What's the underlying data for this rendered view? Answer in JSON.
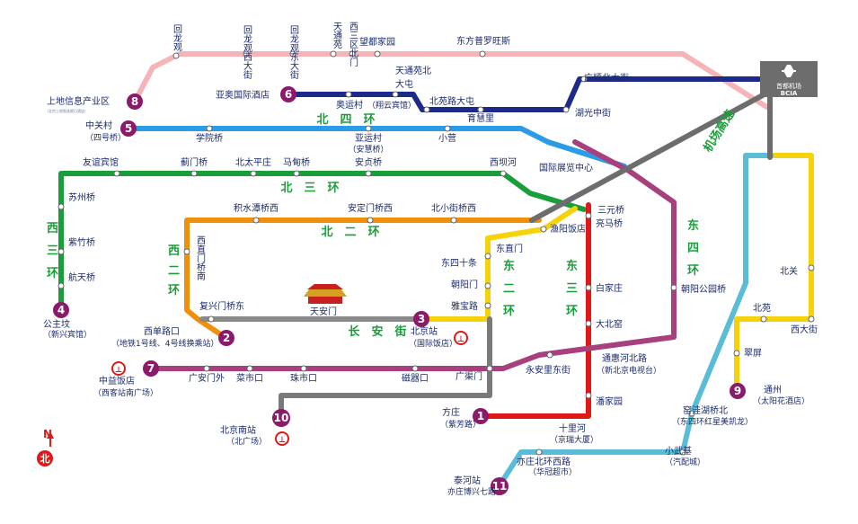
{
  "compass": {
    "letter": "N",
    "glyph": "北"
  },
  "airport": {
    "name": "首都机场",
    "code": "BCIA",
    "express_label": "机场高速"
  },
  "roads": {
    "north_4th": "北　四　环",
    "north_3rd": "北　三　环",
    "north_2nd": "北　二　环",
    "west_3rd": "西三环",
    "west_2nd": "西二环",
    "east_2nd": "东二环",
    "east_3rd": "东三环",
    "east_4th": "东四环",
    "changan": "长　安　街"
  },
  "lines": [
    {
      "num": "8",
      "color": "#8b1a6b"
    },
    {
      "num": "6",
      "color": "#8b1a6b"
    },
    {
      "num": "5",
      "color": "#8b1a6b"
    },
    {
      "num": "4",
      "color": "#8b1a6b"
    },
    {
      "num": "2",
      "color": "#8b1a6b"
    },
    {
      "num": "3",
      "color": "#8b1a6b"
    },
    {
      "num": "7",
      "color": "#8b1a6b"
    },
    {
      "num": "1",
      "color": "#8b1a6b"
    },
    {
      "num": "10",
      "color": "#8b1a6b"
    },
    {
      "num": "9",
      "color": "#8b1a6b"
    },
    {
      "num": "11",
      "color": "#8b1a6b"
    }
  ],
  "stations": {
    "l8_1": "上地信息产业区",
    "l8_1b": "（北京上地智选假日酒店）",
    "l8_2": "回龙观",
    "l8_3": "回龙观西大街",
    "l8_4": "回龙观东大街",
    "l8_5": "天通苑",
    "l8_6": "西三区北门",
    "l8_7": "望都家园",
    "l8_8": "东方普罗旺斯",
    "l8_9": "天通苑北",
    "l6_1": "亚奥国际酒店",
    "l6_2": "大屯",
    "l6_3": "北苑路大屯",
    "l6_4": "奥运村",
    "l6_4b": "（翔云宾馆）",
    "l6_5": "育慧里",
    "l6_6": "湖光中街",
    "l6_7": "广顺北大街",
    "l5_1": "中关村",
    "l5_1b": "（四号桥）",
    "l5_2": "学院桥",
    "l5_3": "亚运村",
    "l5_3b": "（安慧桥）",
    "l5_4": "小营",
    "l4_1": "友谊宾馆",
    "l4_2": "蓟门桥",
    "l4_3": "北太平庄",
    "l4_4": "马甸桥",
    "l4_5": "安贞桥",
    "l4_6": "西坝河",
    "l4_7": "国际展览中心",
    "l4_8": "苏州桥",
    "l4_9": "紫竹桥",
    "l4_10": "航天桥",
    "l4_11": "公主坟",
    "l4_11b": "（新兴宾馆）",
    "l2_1": "积水潭桥西",
    "l2_2": "安定门桥西",
    "l2_3": "北小街桥西",
    "l2_4": "西直门桥南",
    "l2_5": "复兴门桥东",
    "l2_6": "西单路口",
    "l2_6b": "（地铁1号线、4号线换乘站）",
    "l3_1": "东直门",
    "l3_2": "渔阳饭店",
    "l3_3": "东四十条",
    "l3_4": "朝阳门",
    "l3_5": "雅宝路",
    "l3_6": "北京站",
    "l3_6b": "（国际饭店）",
    "l3_7": "天安门",
    "l3_8": "广渠门",
    "l1_1": "三元桥",
    "l1_2": "亮马桥",
    "l1_3": "白家庄",
    "l1_4": "大北窑",
    "l1_5": "潘家园",
    "l1_6": "十里河",
    "l1_6b": "（京瑞大厦）",
    "l1_7": "方庄",
    "l1_7b": "（紫芳路）",
    "l7_1": "中益饭店",
    "l7_1b": "（西客站南广场）",
    "l7_2": "广安门外",
    "l7_3": "菜市口",
    "l7_4": "珠市口",
    "l7_5": "磁器口",
    "l7_6": "永安里东街",
    "l7_7": "通惠河北路",
    "l7_7b": "（新北京电视台）",
    "l7_8": "朝阳公园桥",
    "l10_1": "北京南站",
    "l10_1b": "（北广场）",
    "l9_1": "北关",
    "l9_2": "北苑",
    "l9_3": "西大街",
    "l9_4": "翠屏",
    "l9_5": "通州",
    "l9_5b": "（太阳花酒店）",
    "l9_6": "窑洼湖桥北",
    "l9_6b": "（东四环红星美凯龙）",
    "l9_7": "小武基",
    "l9_7b": "（汽配城）",
    "l11_1": "泰河站",
    "l11_1b": "亦庄博兴七路",
    "l11_2": "亦庄北环西路",
    "l11_2b": "（华冠超市）"
  }
}
